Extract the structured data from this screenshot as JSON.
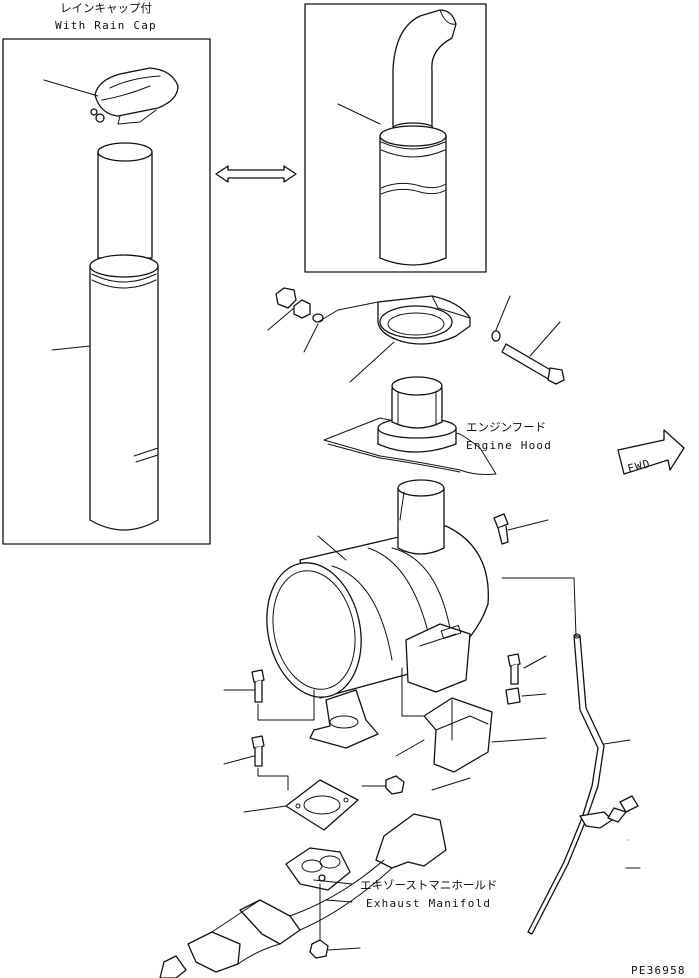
{
  "labels": {
    "rain_cap_jp": "レインキャップ付",
    "rain_cap_en": "With Rain Cap",
    "engine_hood_jp": "エンジンフード",
    "engine_hood_en": "Engine Hood",
    "exhaust_manifold_jp": "エキゾーストマニホールド",
    "exhaust_manifold_en": "Exhaust Manifold",
    "fwd": "FWD",
    "drawing_number": "PE36958"
  }
}
